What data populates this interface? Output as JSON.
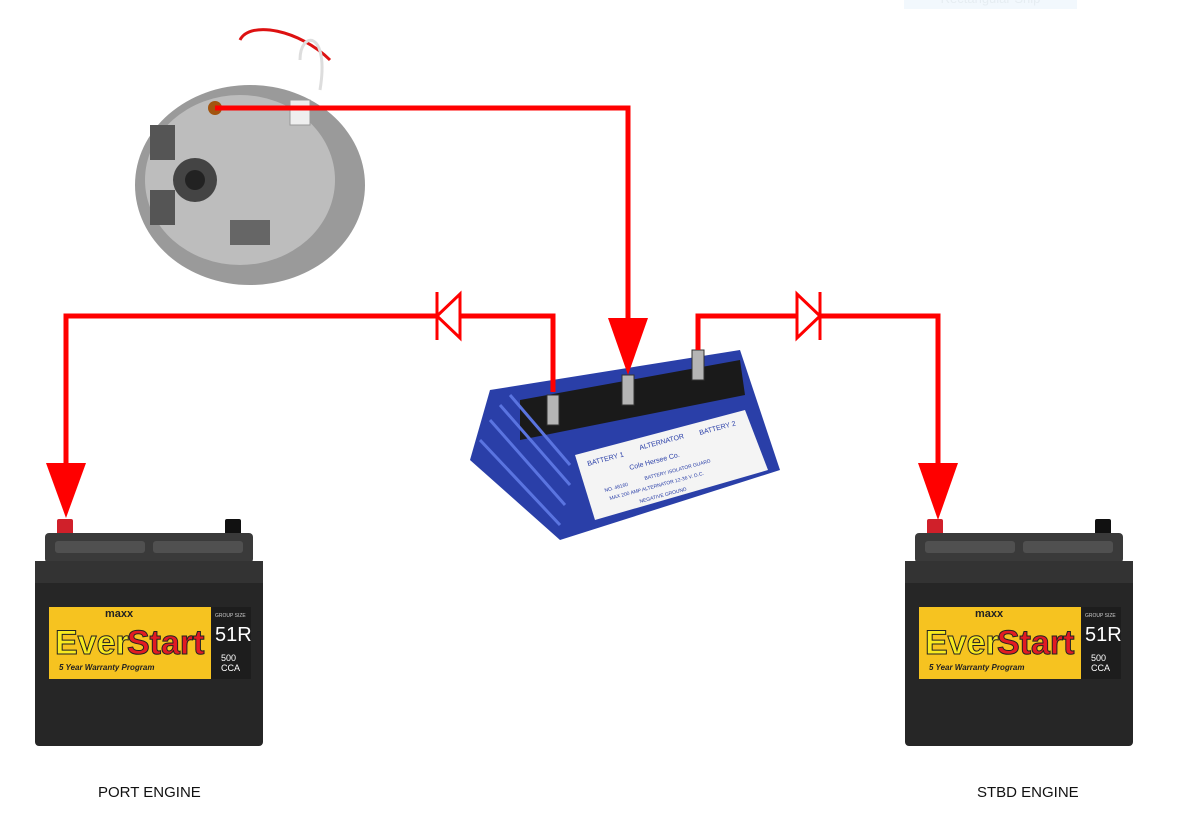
{
  "snip_tooltip": "Rectangular Snip",
  "colors": {
    "wire": "#ff0000",
    "isolator": "#2a3fa8",
    "battery": "#2b2b2b",
    "label_yellow": "#f6c320"
  },
  "isolator": {
    "terminals": [
      "BATTERY 1",
      "ALTERNATOR",
      "BATTERY 2"
    ],
    "brand": "Cole Hersee Co.",
    "title": "BATTERY ISOLATOR GUARD",
    "model": "NO. 48160",
    "spec": "MAX 200 AMP ALTERNATOR 12-36 V. D.C.",
    "ground": "NEGATIVE GROUND"
  },
  "battery": {
    "maxx": "maxx",
    "brand_ever": "Ever",
    "brand_start": "Start",
    "warranty": "5 Year Warranty Program",
    "group_label": "GROUP SIZE",
    "group": "51R",
    "cca": "500",
    "cca_unit": "CCA"
  },
  "labels": {
    "port": "PORT ENGINE",
    "stbd": "STBD ENGINE"
  }
}
